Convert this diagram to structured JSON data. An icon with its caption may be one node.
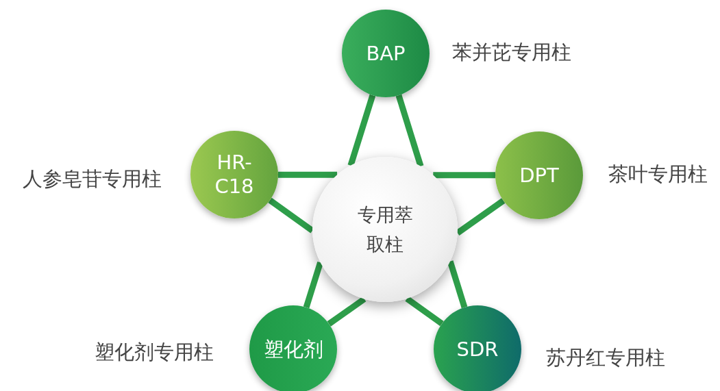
{
  "diagram": {
    "nodes": [
      {
        "text": [
          "专用萃取柱"
        ]
      },
      {
        "text": [
          "BAP"
        ],
        "beside": [
          "苯并芘专用柱"
        ]
      },
      {
        "text": [
          "DPT"
        ],
        "beside": [
          "茶叶专用柱"
        ]
      },
      {
        "text": [
          "SDR"
        ],
        "beside": [
          "苏丹红专用柱"
        ]
      },
      {
        "text": [
          "塑化剂"
        ],
        "beside": [
          "塑化剂专用柱"
        ]
      },
      {
        "text": [
          "HR-C18"
        ],
        "beside": [
          "人参皂苷专用柱"
        ]
      }
    ],
    "edges": [
      {
        "from": 1,
        "to": 0,
        "arrow": "none"
      },
      {
        "from": 1,
        "to": 0,
        "arrow": "none"
      },
      {
        "from": 5,
        "to": 0,
        "arrow": "none"
      },
      {
        "from": 5,
        "to": 0,
        "arrow": "none"
      },
      {
        "from": 2,
        "to": 0,
        "arrow": "none"
      },
      {
        "from": 2,
        "to": 0,
        "arrow": "none"
      },
      {
        "from": 4,
        "to": 0,
        "arrow": "none"
      },
      {
        "from": 4,
        "to": 0,
        "arrow": "none"
      },
      {
        "from": 3,
        "to": 0,
        "arrow": "none"
      },
      {
        "from": 3,
        "to": 0,
        "arrow": "none"
      }
    ]
  }
}
